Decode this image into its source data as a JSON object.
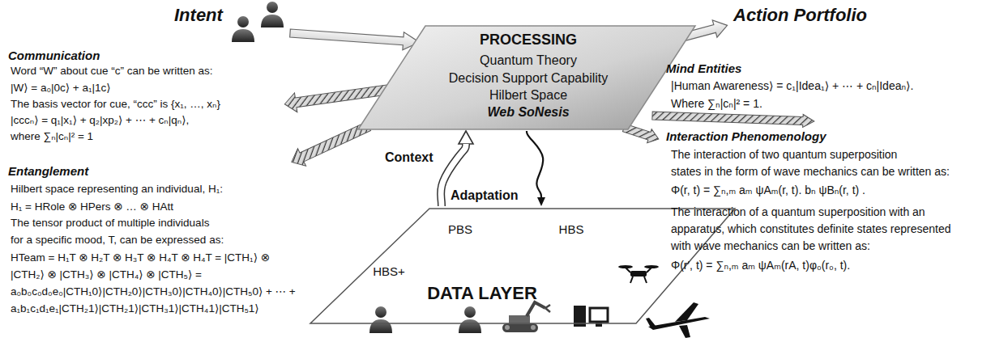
{
  "diagram": {
    "nodes": [
      {
        "text": [
          "PROCESSING",
          "Quantum Theory",
          "Decision Support Capability",
          "Hilbert Space",
          "Web SoNesis"
        ]
      },
      {
        "text": [
          "DATA LAYER",
          "PBS",
          "HBS",
          "HBS+"
        ]
      }
    ],
    "edges": [
      {
        "from": 1,
        "to": 0,
        "label": "Context",
        "arrow": "to"
      },
      {
        "from": 0,
        "to": 1,
        "label": "Adaptation",
        "arrow": "to"
      }
    ],
    "labels": [
      "Intent",
      "Action Portfolio",
      "Communication",
      "Word “W” about cue “c” can be written as:",
      "|W⟩ = a₀|0c⟩ + a₁|1c⟩",
      "The basis vector for cue, “ccc” is {x₁, …, xₙ}",
      "|cccₙ⟩ = q₁|x₁⟩ + q₂|xp₂⟩ + ⋯ + cₙ|qₙ⟩,",
      "where ∑ₙ|cₙ|² = 1",
      "Entanglement",
      "Hilbert space representing an individual, H₁:",
      "H₁ = HRole ⊗ HPers ⊗ … ⊗ HAtt",
      "The tensor product of multiple individuals",
      "for a specific mood, T, can be expressed as:",
      "HTeam = H₁T ⊗ H₂T ⊗ H₃T ⊗ H₄T ⊗ H₄T = |CTH₁⟩ ⊗",
      "|CTH₂⟩ ⊗ |CTH₃⟩ ⊗ |CTH₄⟩ ⊗ |CTH₅⟩ =",
      "a₀b₀c₀d₀e₀|CTH₁0⟩|CTH₂0⟩|CTH₃0⟩|CTH₄0⟩|CTH₅0⟩ + ⋯ +",
      "a₁b₁c₁d₁e₁|CTH₂1⟩|CTH₂1⟩|CTH₃1⟩|CTH₄1⟩|CTH₅1⟩",
      "Mind Entities",
      "|Human Awareness⟩ = c₁|Idea₁⟩ + ⋯ + cₙ|Ideaₙ⟩.",
      "Where ∑ₙ|cₙ|² = 1.",
      "Interaction Phenomenology",
      "The interaction of two quantum superposition",
      "states in the form of wave mechanics can be written as:",
      "Φ(r, t) = ∑ₙ,ₘ aₘ ψAₘ(r, t). bₙ ψBₙ(r, t) .",
      "The interaction of a quantum superposition with an",
      "apparatus, which constitutes definite states represented",
      "with wave mechanics can be written as:",
      "Φ(r′, t) = ∑ₙ,ₘ aₘ ψAₘ(rA, t)φ₀(r₀, t)."
    ]
  }
}
